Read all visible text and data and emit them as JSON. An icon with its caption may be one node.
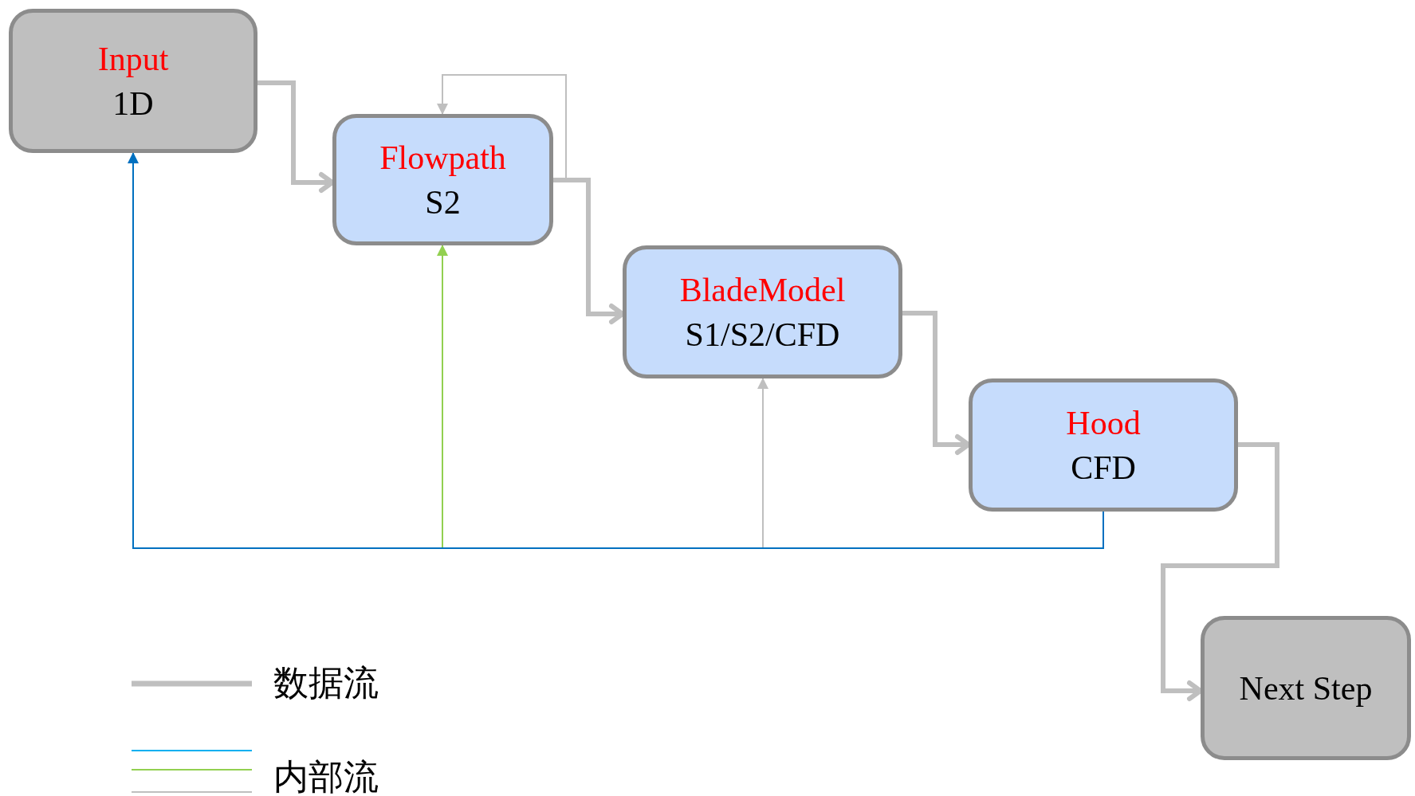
{
  "diagram": {
    "nodes": [
      {
        "text": [
          "Input",
          "1D"
        ]
      },
      {
        "text": [
          "Flowpath",
          "S2"
        ]
      },
      {
        "text": [
          "BladeModel",
          "S1/S2/CFD"
        ]
      },
      {
        "text": [
          "Hood",
          "CFD"
        ]
      },
      {
        "text": [
          "Next Step"
        ]
      }
    ],
    "edges": [
      {
        "from": 0,
        "to": 1,
        "arrow": "to",
        "style": "thick"
      },
      {
        "from": 1,
        "to": 1,
        "arrow": "to",
        "color": "#bfbfbf"
      },
      {
        "from": 1,
        "to": 2,
        "arrow": "to",
        "style": "thick"
      },
      {
        "from": 2,
        "to": 3,
        "arrow": "to",
        "style": "thick"
      },
      {
        "from": 3,
        "to": 4,
        "arrow": "to",
        "style": "thick"
      },
      {
        "from": 3,
        "to": 0,
        "arrow": "to",
        "color": "#0070c0"
      },
      {
        "from": 3,
        "to": 1,
        "arrow": "to",
        "color": "#92d050"
      },
      {
        "from": 3,
        "to": 2,
        "arrow": "to",
        "color": "#bfbfbf"
      }
    ],
    "legend": [
      {
        "text": "数据流"
      },
      {
        "text": "内部流"
      }
    ]
  }
}
